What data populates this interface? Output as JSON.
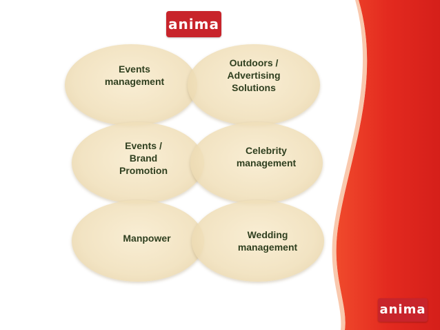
{
  "logo_text": "anima",
  "colors": {
    "brand_red": "#c8242b",
    "ellipse_fill": "#f2e2bf",
    "label_text": "#2f3f1f",
    "wave_red": "#e42a1f"
  },
  "diagram": {
    "rows": [
      {
        "left_label": "Events\nmanagement",
        "right_label": "Outdoors /\nAdvertising\nSolutions"
      },
      {
        "left_label": "Events /\nBrand\nPromotion",
        "right_label": "Celebrity\nmanagement"
      },
      {
        "left_label": "Manpower",
        "right_label": "Wedding\nmanagement"
      }
    ]
  }
}
